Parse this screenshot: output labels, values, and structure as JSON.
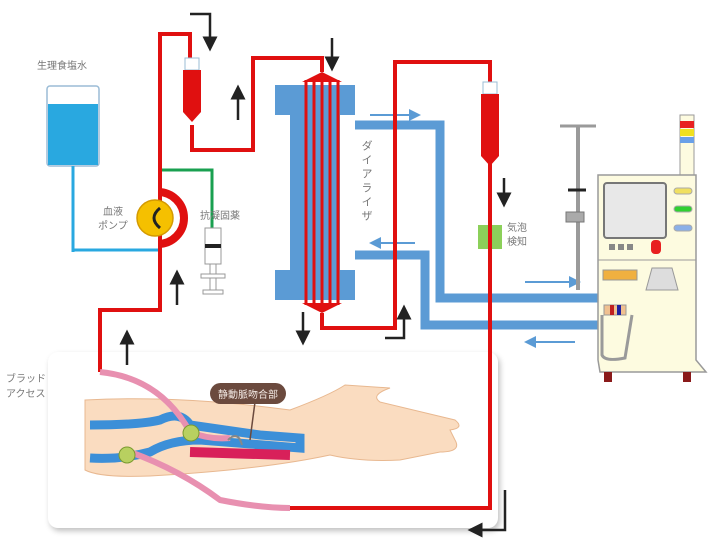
{
  "diagram": {
    "title": "血液透析回路",
    "labels": {
      "saline": "生理食塩水",
      "blood_pump_line1": "血液",
      "blood_pump_line2": "ポンプ",
      "anticoagulant": "抗凝固薬",
      "dialyzer": "ダイアライザ",
      "bubble_line1": "気泡",
      "bubble_line2": "検知",
      "access_line1": "ブラッド",
      "access_line2": "アクセス",
      "anastomosis": "静動脈吻合部"
    },
    "colors": {
      "blood_line": "#e01010",
      "dialysate_line": "#5b9bd5",
      "dialyzer_body": "#5b9bd5",
      "saline_fluid": "#29a8e0",
      "pump": "#f5c000",
      "anticoag_line": "#1aa050",
      "bubble_detector": "#8cd05a",
      "machine_body": "#fdfbe0",
      "machine_frame": "#9a9a9a",
      "skin": "#fadcc0",
      "vein": "#3c8fd8",
      "artery": "#d8205a",
      "access_tube": "#e890b0",
      "arrow": "#222222",
      "lamp_red": "#e82020",
      "lamp_yellow": "#f0e020",
      "lamp_blue": "#6aa0e8",
      "label_badge": "#6b4a3e"
    }
  }
}
